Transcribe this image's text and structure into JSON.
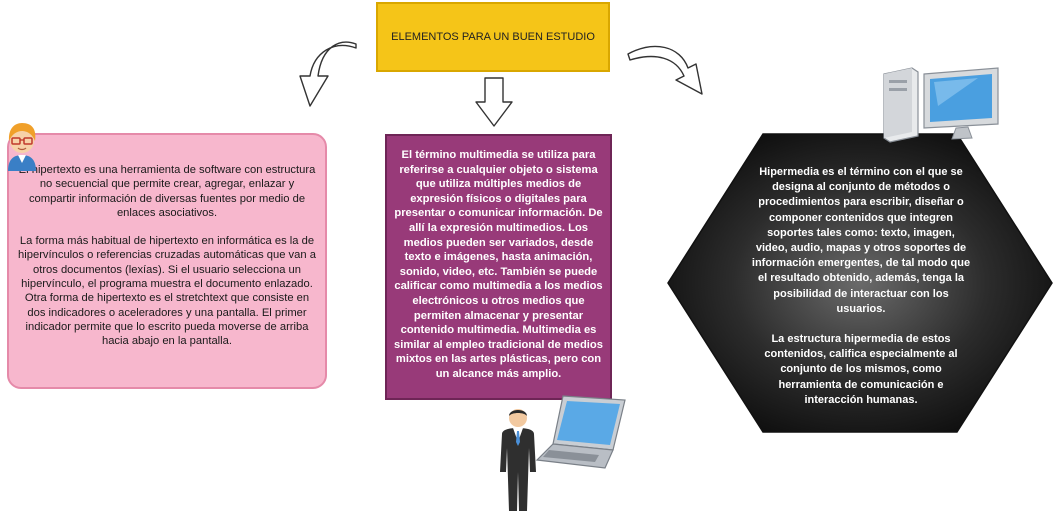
{
  "title": "ELEMENTOS PARA UN BUEN ESTUDIO",
  "hypertext": {
    "paragraph1": "El hipertexto es una herramienta de software con estructura no secuencial que permite crear, agregar, enlazar y compartir información de diversas fuentes por medio de enlaces asociativos.",
    "paragraph2": "La forma más habitual de hipertexto en informática es la de hipervínculos o referencias cruzadas automáticas que van a otros documentos (lexías). Si el usuario selecciona un hipervínculo, el programa muestra el documento enlazado. Otra forma de hipertexto es el stretchtext que consiste en dos indicadores o aceleradores y una pantalla. El primer indicador permite que lo escrito pueda moverse de arriba hacia abajo en la pantalla."
  },
  "multimedia": {
    "text": "El término multimedia se utiliza para referirse a cualquier objeto o sistema que utiliza múltiples medios de expresión físicos o digitales para presentar o comunicar información. De allí la expresión multimedios. Los medios pueden ser variados, desde texto e imágenes, hasta animación, sonido, video, etc. También se puede calificar como multimedia a los medios electrónicos u otros medios que permiten almacenar y presentar contenido multimedia. Multimedia es similar al empleo tradicional de medios mixtos en las artes plásticas, pero con un alcance más amplio."
  },
  "hypermedia": {
    "paragraph1": "Hipermedia es el término con el que se designa al conjunto de métodos o procedimientos para escribir, diseñar o componer contenidos que integren soportes tales como: texto, imagen, video, audio, mapas y otros soportes de información emergentes, de tal modo que el resultado obtenido, además, tenga la posibilidad de interactuar con los usuarios.",
    "paragraph2": "La estructura hipermedia de estos contenidos, califica especialmente al conjunto de los mismos, como herramienta de comunicación e interacción humanas."
  },
  "colors": {
    "title_fill": "#f5c518",
    "hypertext_fill": "#f7b7cd",
    "multimedia_fill": "#983a79",
    "hypermedia_fill": "#2b2b2b"
  },
  "icons": [
    "curved-arrow-left-icon",
    "down-arrow-icon",
    "curved-arrow-right-icon",
    "user-avatar-icon",
    "businessman-icon",
    "laptop-icon",
    "desktop-computer-icon"
  ]
}
